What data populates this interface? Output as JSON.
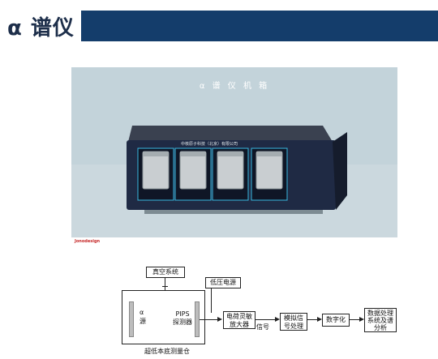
{
  "header": {
    "title": "α 谱仪"
  },
  "photo": {
    "caption": "α 谱 仪 机 箱",
    "device_label": "中核原子科技（北京）有限公司",
    "brand": "Jonodesign"
  },
  "diagram": {
    "vacuum_system": "真空系统",
    "low_voltage_power": "低压电源",
    "source_label": "α\n源",
    "detector_label": "PIPS\n探测器",
    "chamber_label": "超低本底测量仓",
    "charge_amp": "电荷灵敏\n放大器",
    "signal_label": "信号",
    "analog_signal": "模拟信\n号处理",
    "digitization": "数字化",
    "data_processing": "数据处理\n系统及谱\n分析"
  }
}
